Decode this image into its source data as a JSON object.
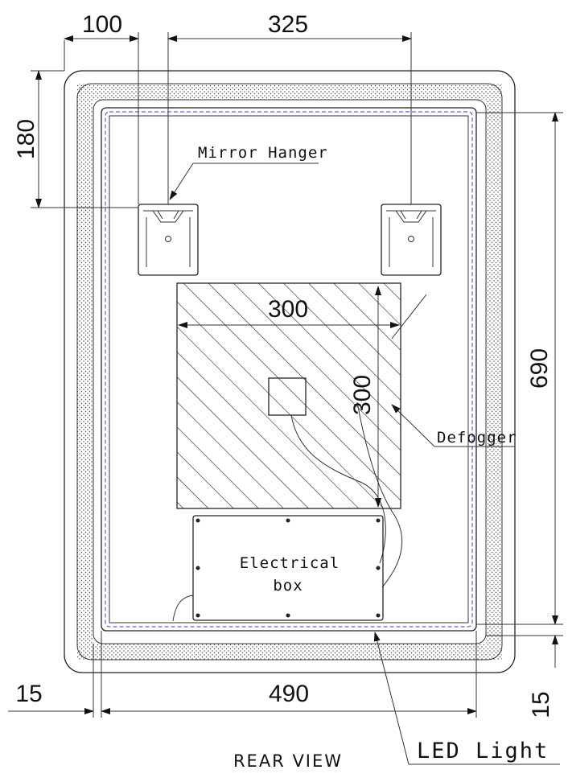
{
  "dimensions": {
    "top_left": "100",
    "top_span": "325",
    "left_vertical": "180",
    "defogger_width": "300",
    "defogger_height": "300",
    "right_vertical": "690",
    "bottom_left": "15",
    "bottom_span": "490",
    "bottom_right": "15"
  },
  "labels": {
    "mirror_hanger": "Mirror Hanger",
    "defogger": "Defogger",
    "electrical_box_line1": "Electrical",
    "electrical_box_line2": "box",
    "led_light": "LED Light"
  },
  "caption": "REAR VIEW",
  "colors": {
    "line": "#222222",
    "led_strip": "#3b3bd6",
    "background": "#ffffff"
  }
}
